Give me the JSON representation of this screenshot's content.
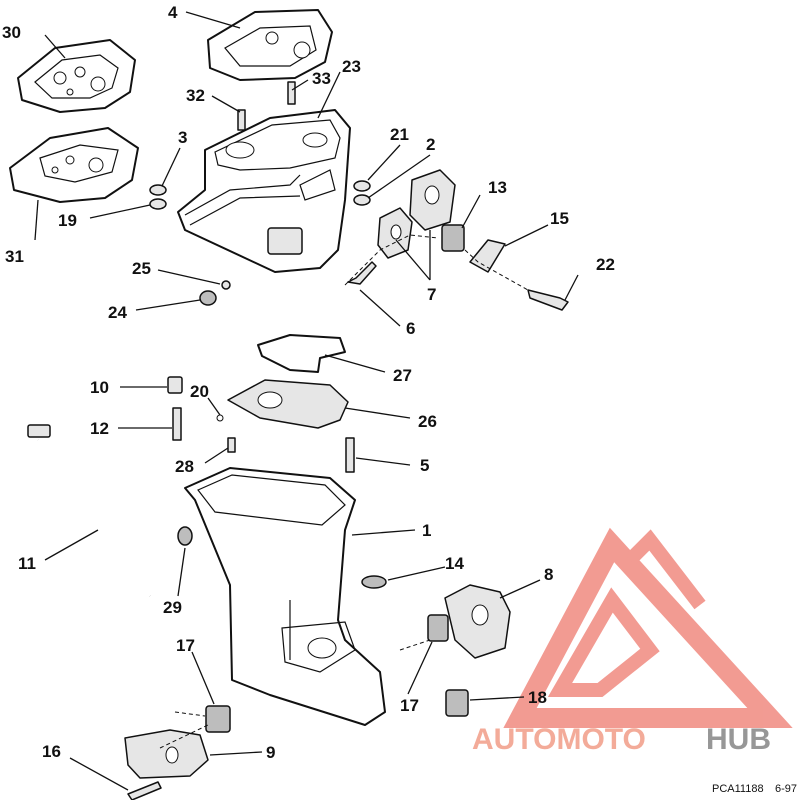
{
  "callouts": {
    "c1": "1",
    "c2": "2",
    "c3": "3",
    "c4": "4",
    "c5": "5",
    "c6": "6",
    "c7": "7",
    "c8": "8",
    "c9": "9",
    "c10": "10",
    "c11": "11",
    "c12": "12",
    "c13": "13",
    "c14": "14",
    "c15": "15",
    "c16": "16",
    "c17a": "17",
    "c17b": "17",
    "c18": "18",
    "c19": "19",
    "c20": "20",
    "c21": "21",
    "c22": "22",
    "c23": "23",
    "c24": "24",
    "c25": "25",
    "c26": "26",
    "c27": "27",
    "c28": "28",
    "c29": "29",
    "c30": "30",
    "c31": "31",
    "c32": "32",
    "c33": "33"
  },
  "footer": {
    "ref_code": "PCA11188",
    "date": "6-97"
  },
  "watermark": {
    "word1": "AUTOMOTO",
    "word2": "HUB",
    "color_primary": "#f08a80",
    "color_secondary": "#8c8c8c"
  }
}
